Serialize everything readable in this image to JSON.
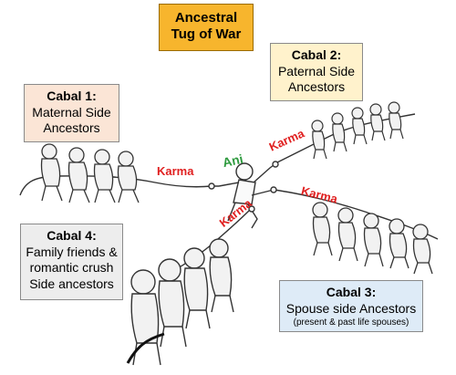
{
  "title": {
    "line1": "Ancestral",
    "line2": "Tug of War"
  },
  "center_label": "Ani",
  "karma_label": "Karma",
  "cabals": {
    "c1": {
      "title": "Cabal 1:",
      "lines": [
        "Maternal Side",
        "Ancestors"
      ]
    },
    "c2": {
      "title": "Cabal 2:",
      "lines": [
        "Paternal Side",
        "Ancestors"
      ]
    },
    "c3": {
      "title": "Cabal 3:",
      "lines": [
        "Spouse side Ancestors"
      ],
      "note": "(present & past life spouses)"
    },
    "c4": {
      "title": "Cabal 4:",
      "lines": [
        "Family friends &",
        "romantic crush",
        "Side ancestors"
      ]
    }
  },
  "colors": {
    "title_bg": "#f7b52d",
    "cabal1_bg": "#fbe5d6",
    "cabal2_bg": "#fff2cc",
    "cabal3_bg": "#deebf7",
    "cabal4_bg": "#ededed",
    "karma_text": "#e02020",
    "ani_text": "#2e9a3e"
  }
}
